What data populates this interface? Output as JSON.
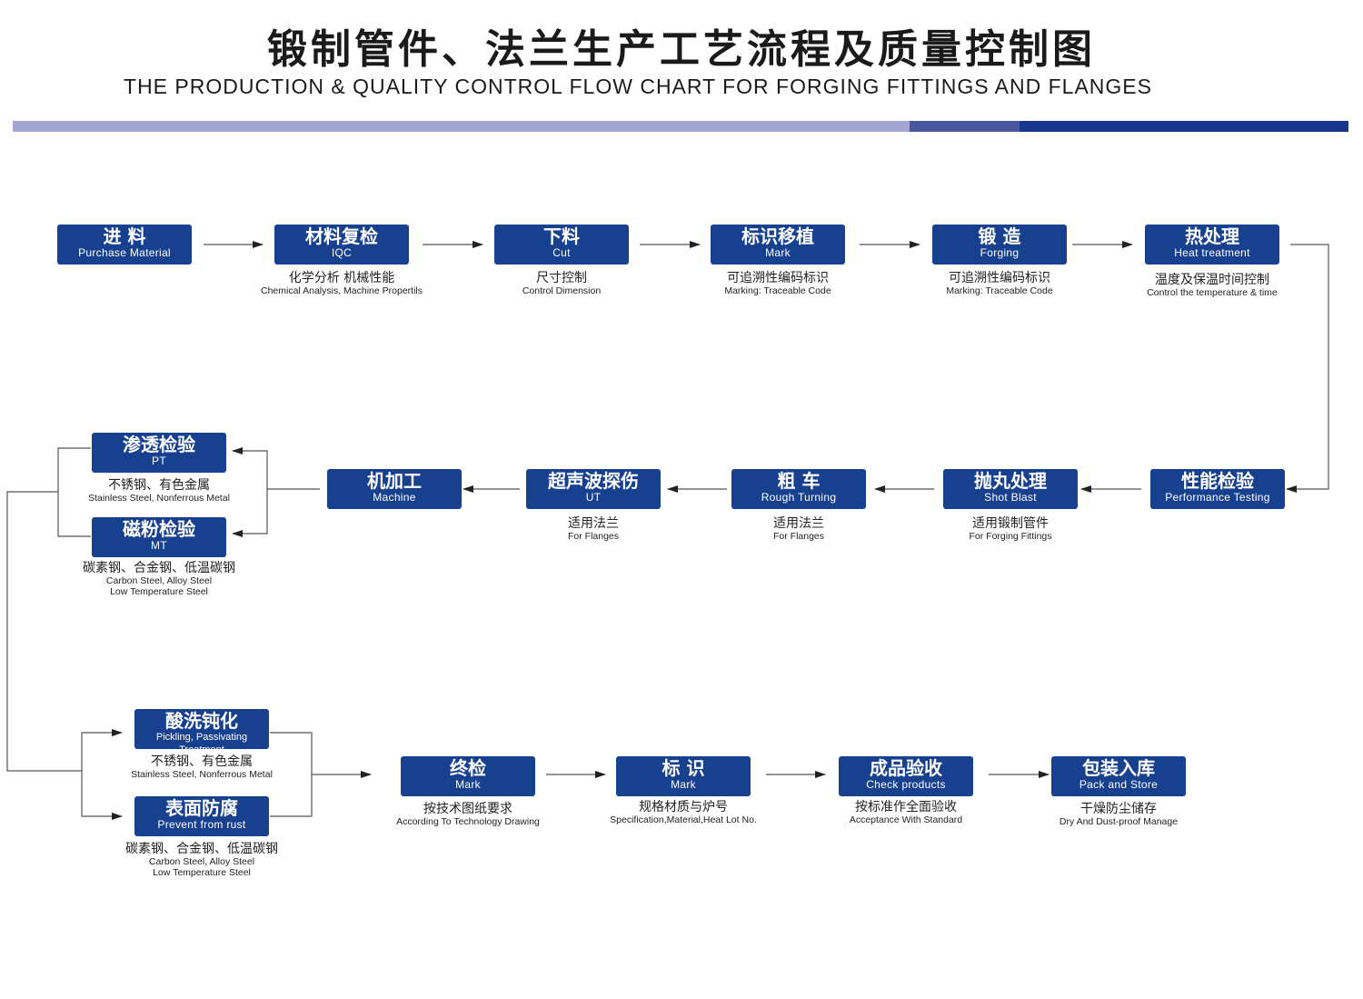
{
  "header": {
    "title_cn": "锻制管件、法兰生产工艺流程及质量控制图",
    "title_en": "THE PRODUCTION & QUALITY CONTROL FLOW CHART FOR FORGING  FITTINGS  AND  FLANGES"
  },
  "colors": {
    "box": "#17408e",
    "bar_light": "#a3a6d2",
    "bar_mid": "#4a57a1",
    "bar_dark": "#17378e"
  },
  "steps": {
    "purchase": {
      "cn": "进 料",
      "en": "Purchase Material"
    },
    "iqc": {
      "cn": "材料复检",
      "en": "IQC",
      "note_cn": "化学分析  机械性能",
      "note_en": "Chemical  Analysis,  Machine Propertils"
    },
    "cut": {
      "cn": "下料",
      "en": "Cut",
      "note_cn": "尺寸控制",
      "note_en": "Control Dimension"
    },
    "mark1": {
      "cn": "标识移植",
      "en": "Mark",
      "note_cn": "可追溯性编码标识",
      "note_en": "Marking: Traceable Code"
    },
    "forging": {
      "cn": "锻    造",
      "en": "Forging",
      "note_cn": "可追溯性编码标识",
      "note_en": "Marking: Traceable  Code"
    },
    "heat": {
      "cn": "热处理",
      "en": "Heat treatment",
      "note_cn": "温度及保温时间控制",
      "note_en": "Control the  temperature  &  time"
    },
    "performance": {
      "cn": "性能检验",
      "en": "Performance Testing"
    },
    "shot": {
      "cn": "抛丸处理",
      "en": "Shot Blast",
      "note_cn": "适用锻制管件",
      "note_en": "For Forging Fittings"
    },
    "rough": {
      "cn": "粗    车",
      "en": "Rough Turning",
      "note_cn": "适用法兰",
      "note_en": "For Flanges"
    },
    "ut": {
      "cn": "超声波探伤",
      "en": "UT",
      "note_cn": "适用法兰",
      "note_en": "For Flanges"
    },
    "machine": {
      "cn": "机加工",
      "en": "Machine"
    },
    "pt": {
      "cn": "渗透检验",
      "en": "PT",
      "note_cn": "不锈钢、有色金属",
      "note_en": "Stainless Steel, Nonferrous Metal"
    },
    "mt": {
      "cn": "磁粉检验",
      "en": "MT",
      "note_cn": "碳素钢、合金钢、低温碳钢",
      "note_en": "Carbon Steel, Alloy Steel",
      "note_en2": "Low Temperature Steel"
    },
    "pickling": {
      "cn": "酸洗钝化",
      "en": "Pickling, Passivating  Treatment",
      "note_cn": "不锈钢、有色金属",
      "note_en": "Stainless Steel, Nonferrous Metal"
    },
    "rust": {
      "cn": "表面防腐",
      "en": "Prevent from rust",
      "note_cn": "碳素钢、合金钢、低温碳钢",
      "note_en": "Carbon Steel, Alloy Steel",
      "note_en2": "Low Temperature Steel"
    },
    "final": {
      "cn": "终检",
      "en": "Mark",
      "note_cn": "按技术图纸要求",
      "note_en": "According To Technology Drawing"
    },
    "mark2": {
      "cn": "标  识",
      "en": "Mark",
      "note_cn": "规格材质与炉号",
      "note_en": "Specification,Material,Heat Lot No."
    },
    "check": {
      "cn": "成品验收",
      "en": "Check products",
      "note_cn": "按标准作全面验收",
      "note_en": "Acceptance  With  Standard"
    },
    "pack": {
      "cn": "包装入库",
      "en": "Pack and Store",
      "note_cn": "干燥防尘储存",
      "note_en": "Dry  And Dust-proof  Manage"
    }
  }
}
